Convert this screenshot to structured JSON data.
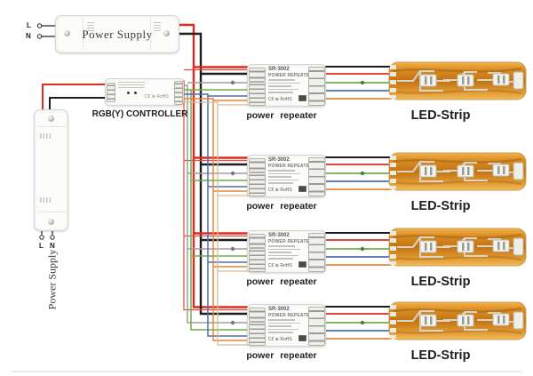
{
  "colors": {
    "red": "#df2b1f",
    "red_thin": "#e6483c",
    "black": "#1d1d1d",
    "gray": "#9d9d9d",
    "green": "#6fae49",
    "blue": "#4d6fae",
    "orange": "#e0893c",
    "tan": "#ddb990",
    "green_dot": "#47803a",
    "gray_dot": "#787878"
  },
  "psu_top": {
    "name": "Power Supply",
    "terminal_l": "L",
    "terminal_n": "N"
  },
  "psu_side": {
    "name": "Power Supply",
    "terminal_l": "L",
    "terminal_n": "N"
  },
  "controller": {
    "label": "RGB(Y) CONTROLLER",
    "cert": "C€ ⊕ RoHS"
  },
  "repeater": {
    "model": "SR-3002",
    "title": "POWER REPEATER",
    "cert": "C€ ⊕ RoHS"
  },
  "led_strip": {
    "caption": "LED-Strip"
  },
  "rows": [
    {
      "repeater_caption": "power repeater",
      "strip_caption": "LED-Strip"
    },
    {
      "repeater_caption": "power repeater",
      "strip_caption": "LED-Strip"
    },
    {
      "repeater_caption": "power repeater",
      "strip_caption": "LED-Strip"
    },
    {
      "repeater_caption": "power repeater",
      "strip_caption": "LED-Strip"
    }
  ]
}
